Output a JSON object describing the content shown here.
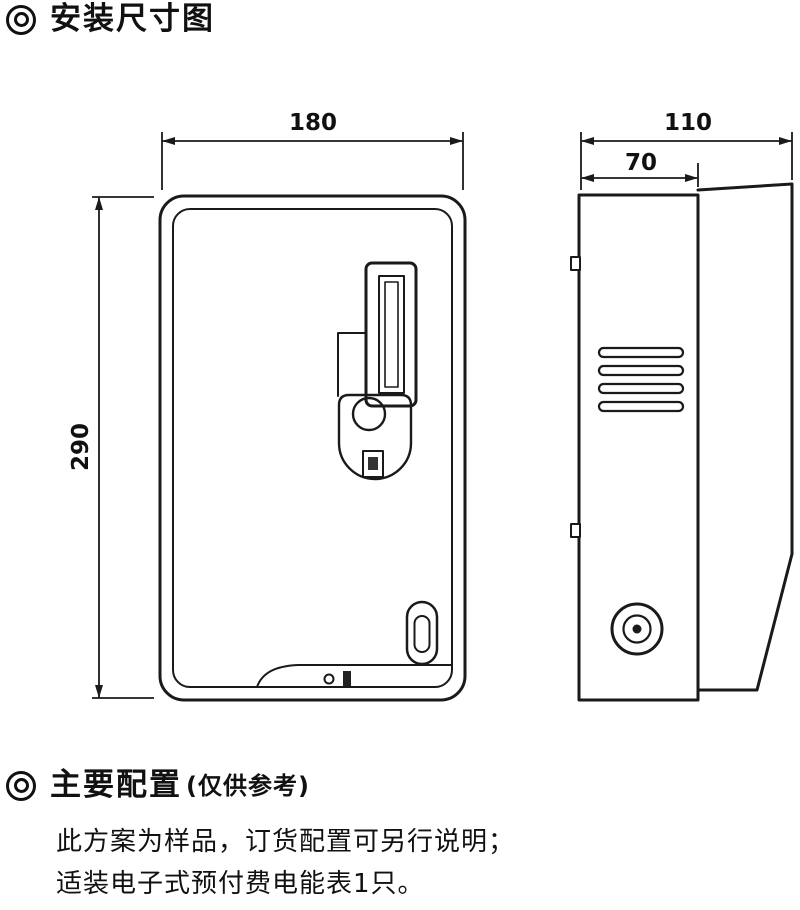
{
  "sections": {
    "dimension_diagram": {
      "title": "安装尺寸图"
    },
    "configuration": {
      "title": "主要配置",
      "suffix": "(仅供参考)",
      "line1": "此方案为样品，订货配置可另行说明；",
      "line2": "适装电子式预付费电能表1只。"
    }
  },
  "dims": {
    "front_width": "180",
    "front_height": "290",
    "side_total_depth": "110",
    "side_body_depth": "70"
  },
  "icons": {
    "section_marker": "bullseye-icon"
  },
  "colors": {
    "line": "#1a1a1a",
    "text": "#111111",
    "background": "#ffffff"
  }
}
